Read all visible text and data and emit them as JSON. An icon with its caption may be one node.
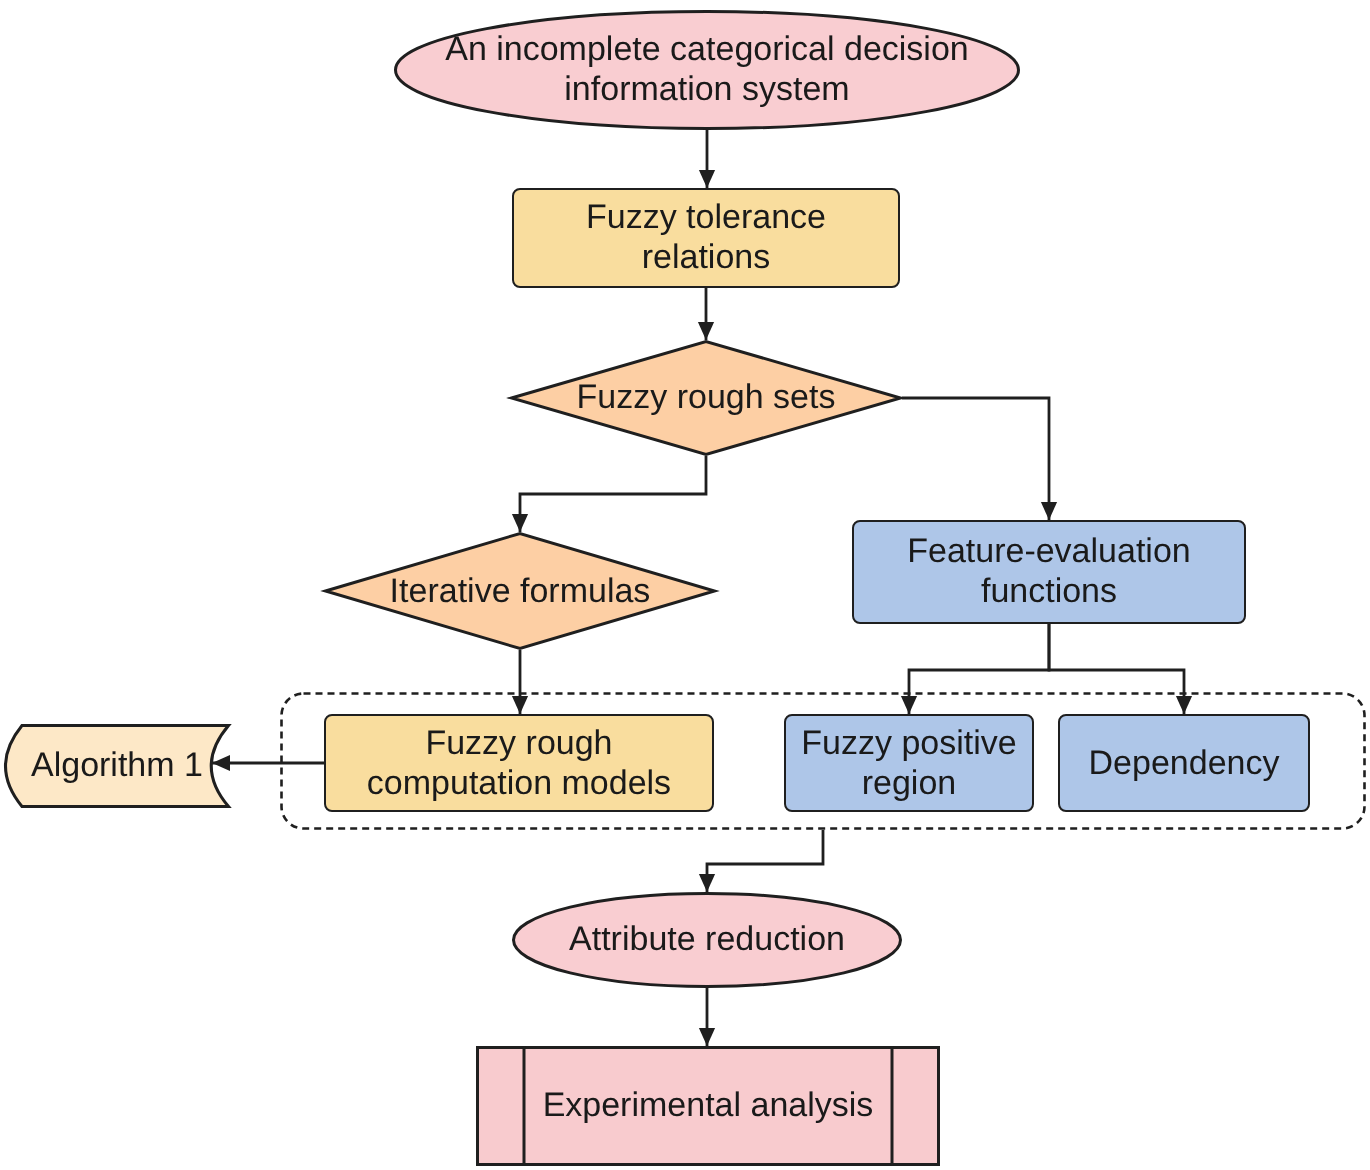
{
  "diagram": {
    "nodes": [
      {
        "text": [
          "An incomplete categorical decision information system"
        ]
      },
      {
        "text": [
          "Fuzzy tolerance relations"
        ]
      },
      {
        "text": [
          "Fuzzy rough sets"
        ]
      },
      {
        "text": [
          "Iterative formulas"
        ]
      },
      {
        "text": [
          "Feature-evaluation functions"
        ]
      },
      {
        "text": [
          "Algorithm 1"
        ]
      },
      {
        "text": [],
        "shape": "box"
      },
      {
        "text": [
          "Fuzzy rough computation models"
        ],
        "in": 6
      },
      {
        "text": [
          "Fuzzy positive region"
        ],
        "in": 6
      },
      {
        "text": [
          "Dependency"
        ],
        "in": 6
      },
      {
        "text": [
          "Attribute reduction"
        ]
      },
      {
        "text": [
          "Experimental analysis"
        ]
      }
    ],
    "edges": [
      {
        "from": 0,
        "to": 1,
        "arrow": "to"
      },
      {
        "from": 1,
        "to": 2,
        "arrow": "to"
      },
      {
        "from": 2,
        "to": 3,
        "arrow": "to"
      },
      {
        "from": 2,
        "to": 4,
        "arrow": "to"
      },
      {
        "from": 4,
        "to": 8,
        "arrow": "to"
      },
      {
        "from": 4,
        "to": 9,
        "arrow": "to"
      },
      {
        "from": 3,
        "to": 7,
        "arrow": "to"
      },
      {
        "from": 7,
        "to": 5,
        "arrow": "to"
      },
      {
        "from": 6,
        "to": 10,
        "arrow": "to"
      },
      {
        "from": 10,
        "to": 11,
        "arrow": "to"
      }
    ]
  }
}
